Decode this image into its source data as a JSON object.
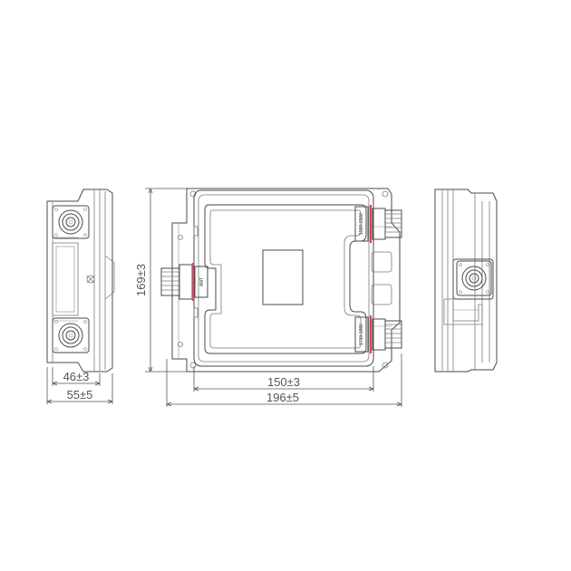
{
  "dimensions": {
    "left_inner_width": "46±3",
    "left_outer_width": "55±5",
    "front_height": "169±3",
    "front_inner_width": "150±3",
    "front_outer_width": "196±5"
  },
  "port_labels": {
    "ant": "ANT",
    "high_band": "1920-2300",
    "low_band": "1710-1880"
  },
  "colors": {
    "line": "#4a4a4a",
    "seal_ring": "#d24a63",
    "background": "#ffffff"
  }
}
